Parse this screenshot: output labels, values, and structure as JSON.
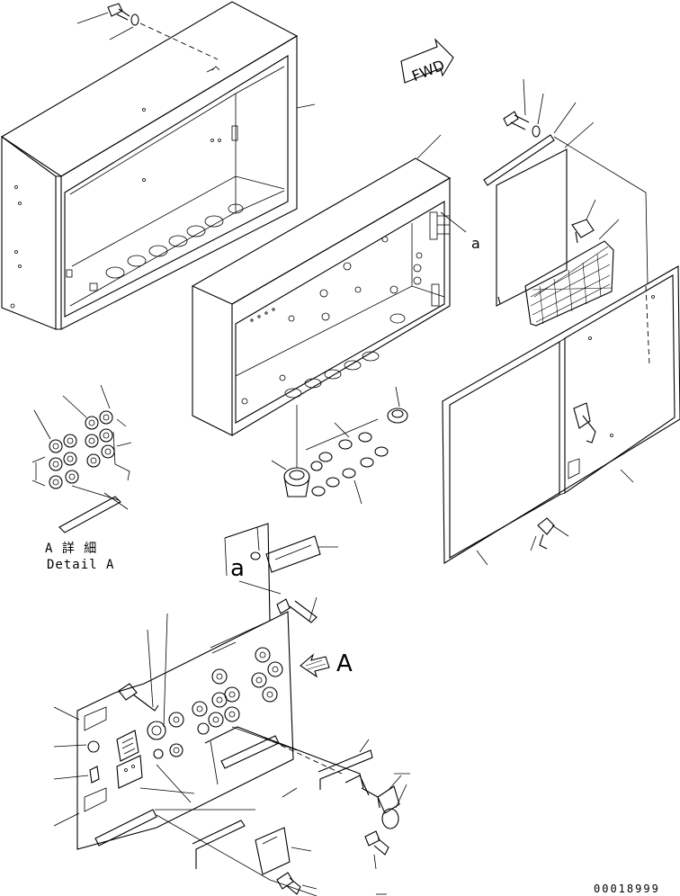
{
  "drawing": {
    "fwd_label": "FWD",
    "callout_a_letter": "a",
    "view_arrow_label": "A",
    "detail_title_jp": "A 詳 細",
    "detail_title_en": "Detail A",
    "drawing_number": "00018999"
  },
  "parts": [
    "outer-cabinet-box",
    "inner-cabinet-box",
    "service-door",
    "hinged-access-panel",
    "storage-net",
    "inner-panel-plate",
    "mounting-bolt",
    "washer",
    "grommet-set",
    "switch-bank",
    "hour-meter",
    "indicator-lamp",
    "wiring-harness",
    "door-latch-handle",
    "cover-plate"
  ]
}
